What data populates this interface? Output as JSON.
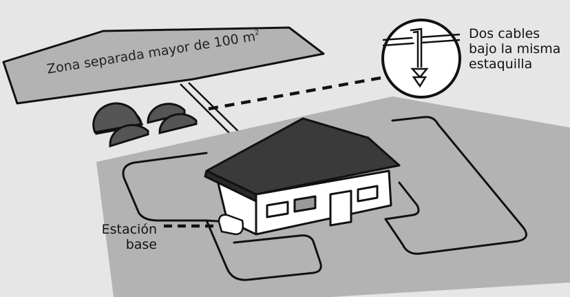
{
  "labels": {
    "zone_text": "Zona separada mayor de 100 m",
    "zone_superscript": "2",
    "cables_line1": "Dos cables",
    "cables_line2": "bajo la misma",
    "cables_line3": "estaquilla",
    "base_line1": "Estación",
    "base_line2": "base"
  },
  "colors": {
    "background": "#e6e6e6",
    "lawn": "#b3b3b3",
    "roof": "#3a3a3a",
    "outline": "#111111",
    "house_wall": "#ffffff",
    "window_fill": "#9a9a9a"
  },
  "icons": [
    "shrub-icon",
    "magnifier-detail-icon",
    "peg-icon",
    "charging-station-icon",
    "house-icon"
  ]
}
